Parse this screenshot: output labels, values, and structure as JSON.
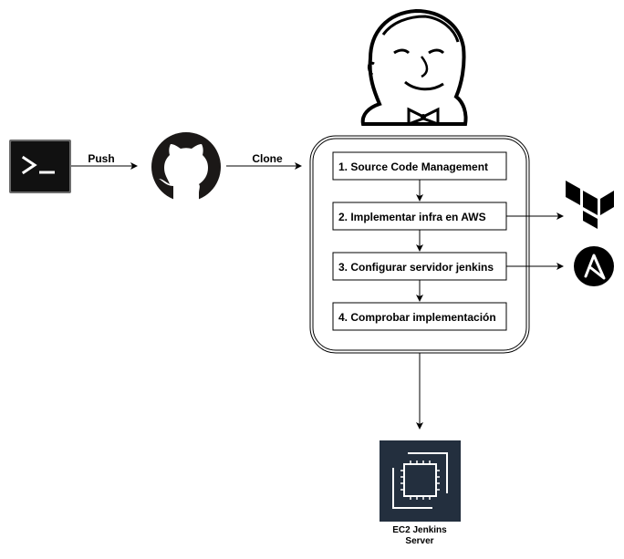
{
  "edges": {
    "push_label": "Push",
    "clone_label": "Clone"
  },
  "pipeline": {
    "steps": [
      {
        "label": "1. Source Code Management"
      },
      {
        "label": "2. Implementar infra en AWS"
      },
      {
        "label": "3. Configurar servidor jenkins"
      },
      {
        "label": "4. Comprobar implementación"
      }
    ]
  },
  "server": {
    "label_line1": "EC2 Jenkins",
    "label_line2": "Server"
  },
  "icons": {
    "terminal": "terminal-icon",
    "github": "github-icon",
    "jenkins": "jenkins-icon",
    "terraform": "terraform-icon",
    "ansible": "ansible-icon",
    "ec2": "ec2-instance-icon"
  },
  "colors": {
    "ec2_bg": "#232F3E",
    "terminal_bg": "#1a1a1a",
    "stroke": "#000000"
  }
}
